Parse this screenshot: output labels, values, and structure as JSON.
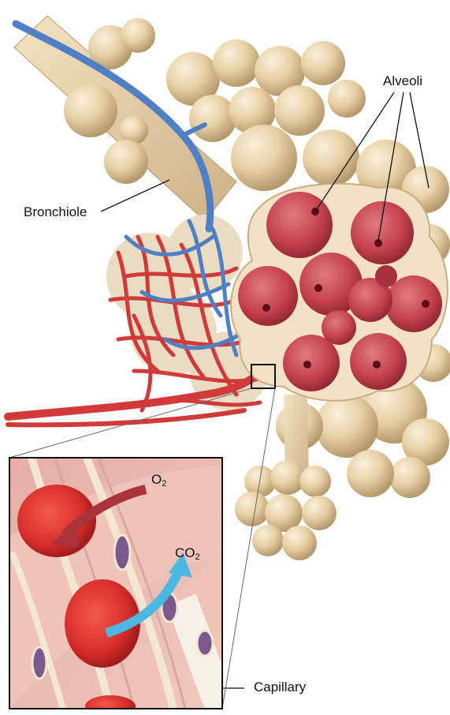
{
  "labels": {
    "alveoli": "Alveoli",
    "bronchiole": "Bronchiole",
    "capillary": "Capillary"
  },
  "gases": {
    "oxygen": {
      "symbol": "O",
      "subscript": "2"
    },
    "carbon_dioxide": {
      "symbol": "CO",
      "subscript": "2"
    }
  },
  "colors": {
    "tissue": "#e8cfa4",
    "alveolus_interior": "#c9434f",
    "artery": "#d23a3a",
    "vein": "#4f7fc4",
    "o2_arrow": "#a8333b",
    "co2_arrow": "#4bb8e3",
    "inset_background": "#e8b6aa"
  }
}
